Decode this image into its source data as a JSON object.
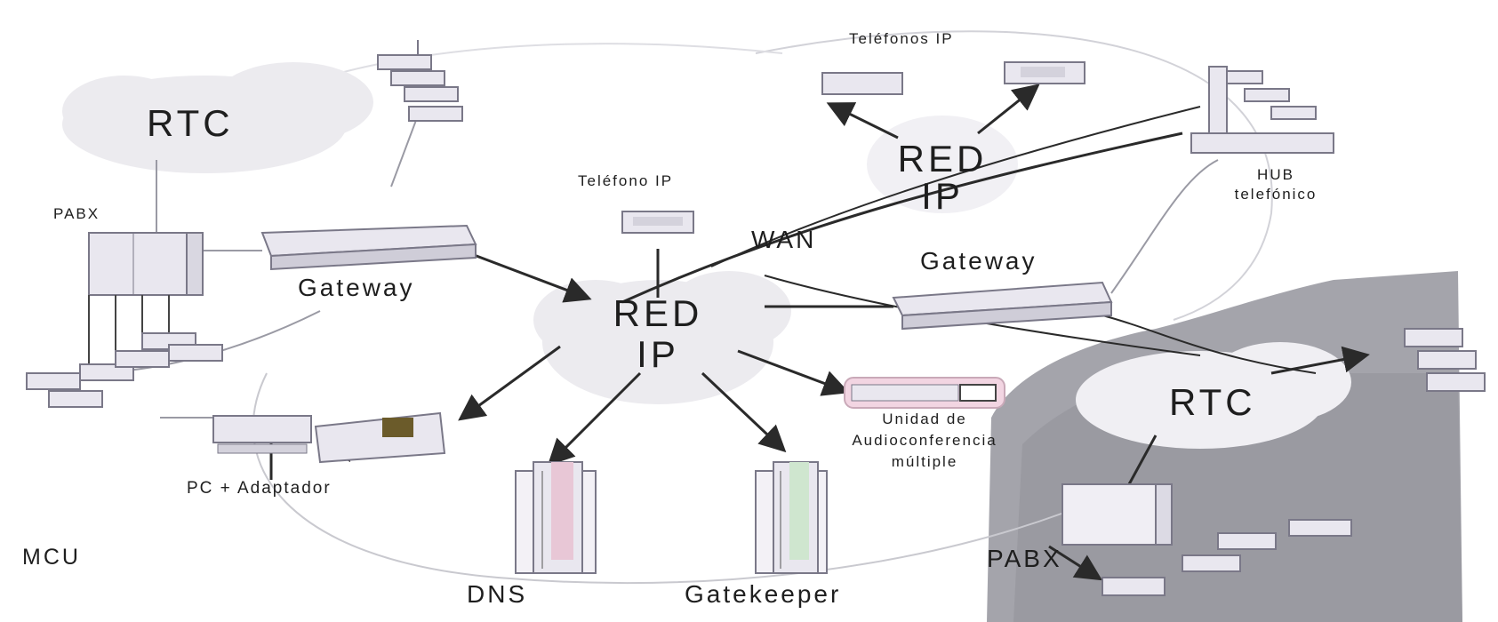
{
  "labels": {
    "rtc_left": "RTC",
    "pabx_left": "PABX",
    "gateway_left": "Gateway",
    "telefono_ip": "Teléfono IP",
    "telefonos_ip": "Teléfonos IP",
    "red_ip_center_1": "RED",
    "red_ip_center_2": "IP",
    "red_ip_top_1": "RED",
    "red_ip_top_2": "IP",
    "wan": "WAN",
    "gateway_right": "Gateway",
    "hub_1": "HUB",
    "hub_2": "telefónico",
    "mcu_1": "Unidad de",
    "mcu_2": "Audioconferencia",
    "mcu_3": "múltiple",
    "pc_adaptador": "PC + Adaptador",
    "mcu": "MCU",
    "dns": "DNS",
    "gatekeeper": "Gatekeeper",
    "rtc_right": "RTC",
    "pabx_right": "PABX"
  },
  "colors": {
    "cloud": "#ecebef",
    "rtc_region": "#9a9aa2",
    "line": "#2a2a2a",
    "device": "#e9e7ef",
    "device_edge": "#7a7888",
    "tower_pink": "#e8c7d6",
    "tower_green": "#cfe6cf"
  }
}
